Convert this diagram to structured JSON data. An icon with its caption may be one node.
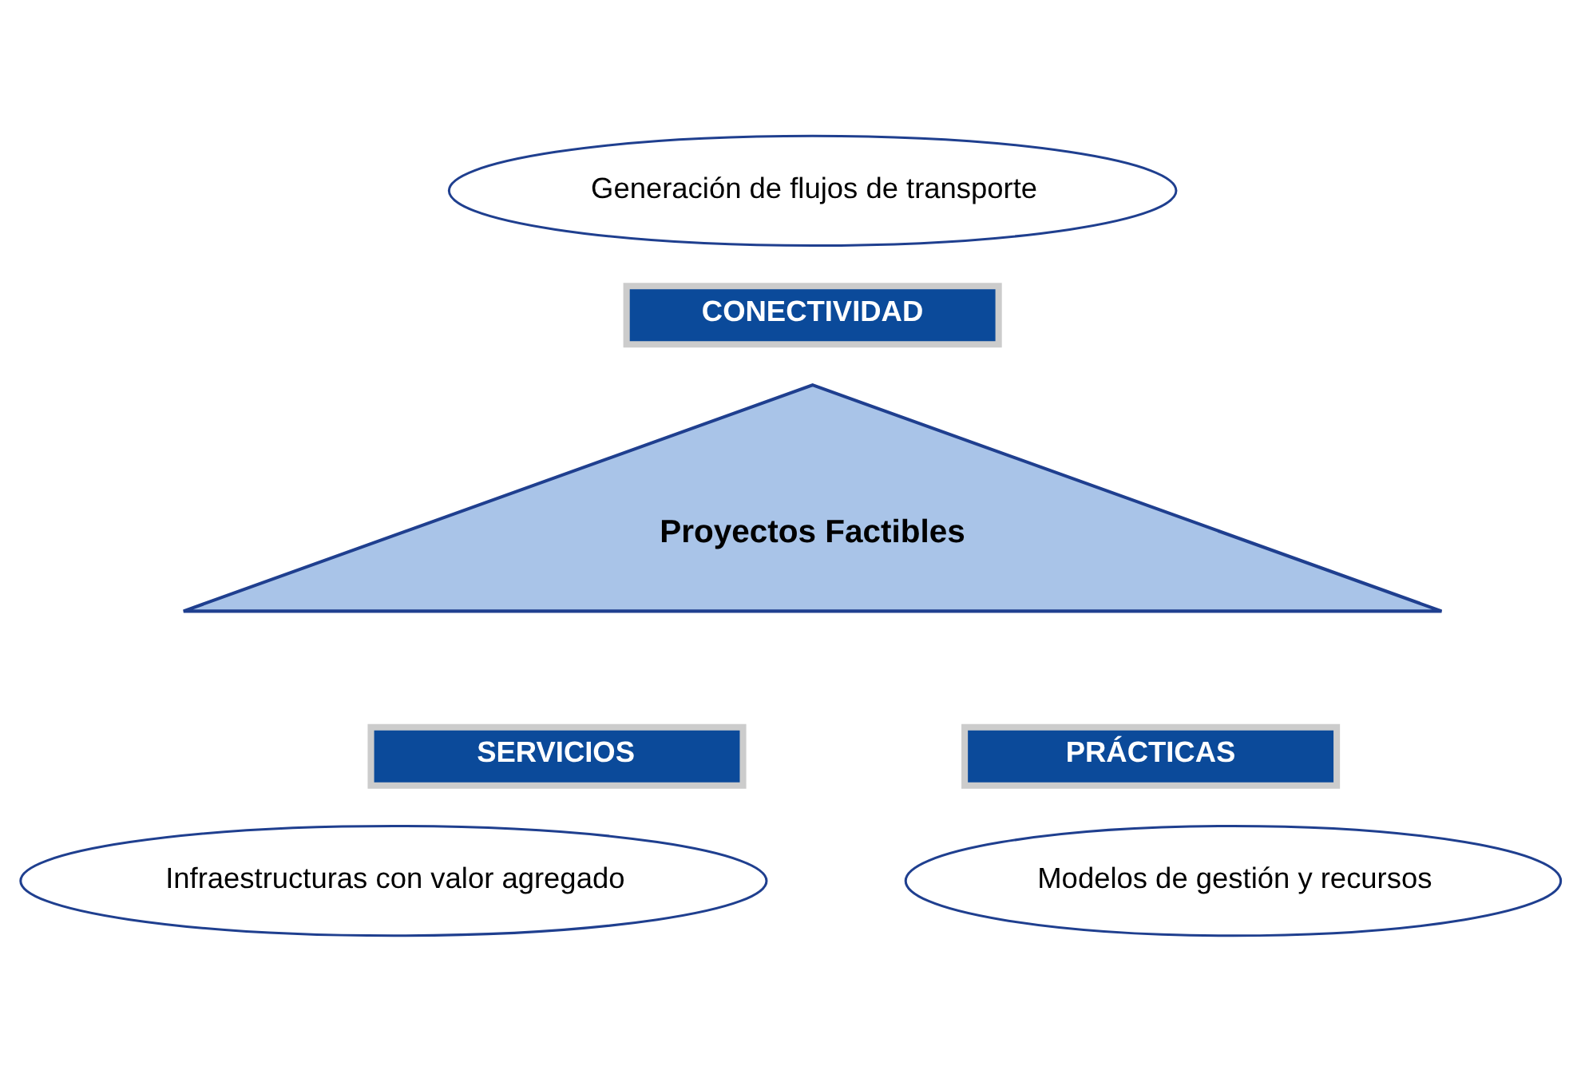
{
  "diagram": {
    "nodes": [
      {
        "text": [
          "Generación de flujos de transporte"
        ]
      },
      {
        "text": [
          "CONECTIVIDAD"
        ]
      },
      {
        "text": [
          "Proyectos Factibles"
        ]
      },
      {
        "text": [
          "SERVICIOS"
        ]
      },
      {
        "text": [
          "PRÁCTICAS"
        ]
      },
      {
        "text": [
          "Infraestructuras con valor agregado"
        ]
      },
      {
        "text": [
          "Modelos de gestión y recursos"
        ]
      }
    ],
    "edges": []
  }
}
